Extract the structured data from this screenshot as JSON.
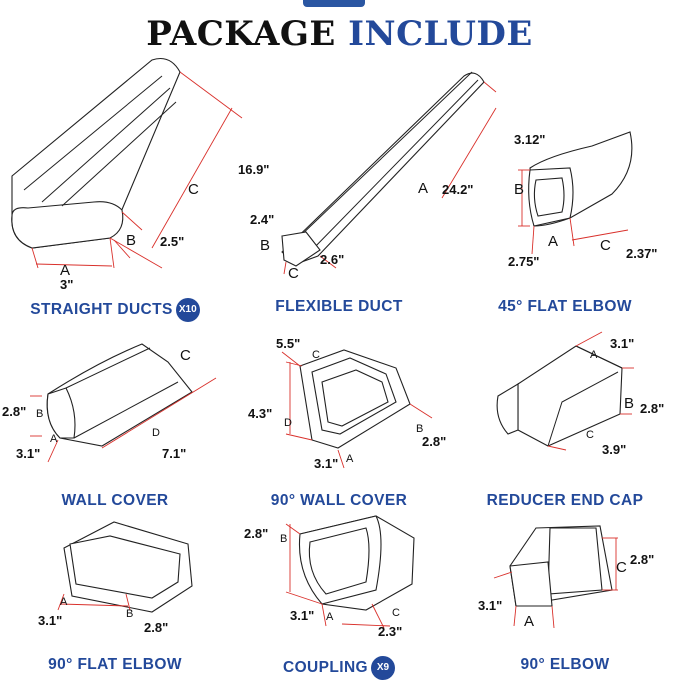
{
  "header": {
    "word1": "PACKAGE",
    "word2": "INCLUDE"
  },
  "colors": {
    "brand_blue": "#23499a",
    "dimension_red": "#d9302b"
  },
  "products": [
    {
      "name": "STRAIGHT DUCTS",
      "badge": "X10",
      "labels": [
        "A",
        "B",
        "C"
      ],
      "dims": [
        "3\"",
        "2.5\"",
        "16.9\""
      ]
    },
    {
      "name": "FLEXIBLE DUCT",
      "labels": [
        "A",
        "B",
        "C"
      ],
      "dims": [
        "24.2\"",
        "2.4\"",
        "2.6\""
      ]
    },
    {
      "name": "45° FLAT ELBOW",
      "labels": [
        "A",
        "B",
        "C"
      ],
      "dims": [
        "2.75\"",
        "3.12\"",
        "2.37\""
      ]
    },
    {
      "name": "WALL COVER",
      "labels": [
        "A",
        "B",
        "C",
        "D"
      ],
      "dims": [
        "3.1\"",
        "2.8\"",
        "7.1\""
      ]
    },
    {
      "name": "90° WALL COVER",
      "labels": [
        "A",
        "B",
        "C",
        "D"
      ],
      "dims": [
        "3.1\"",
        "2.8\"",
        "5.5\"",
        "4.3\""
      ]
    },
    {
      "name": "REDUCER END CAP",
      "labels": [
        "A",
        "B",
        "C"
      ],
      "dims": [
        "3.1\"",
        "2.8\"",
        "3.9\""
      ]
    },
    {
      "name": "90° FLAT ELBOW",
      "labels": [
        "A",
        "B"
      ],
      "dims": [
        "3.1\"",
        "2.8\""
      ]
    },
    {
      "name": "COUPLING",
      "badge": "X9",
      "labels": [
        "A",
        "B",
        "C"
      ],
      "dims": [
        "3.1\"",
        "2.8\"",
        "2.3\""
      ]
    },
    {
      "name": "90° ELBOW",
      "labels": [
        "A",
        "C"
      ],
      "dims": [
        "3.1\"",
        "2.8\""
      ]
    }
  ]
}
